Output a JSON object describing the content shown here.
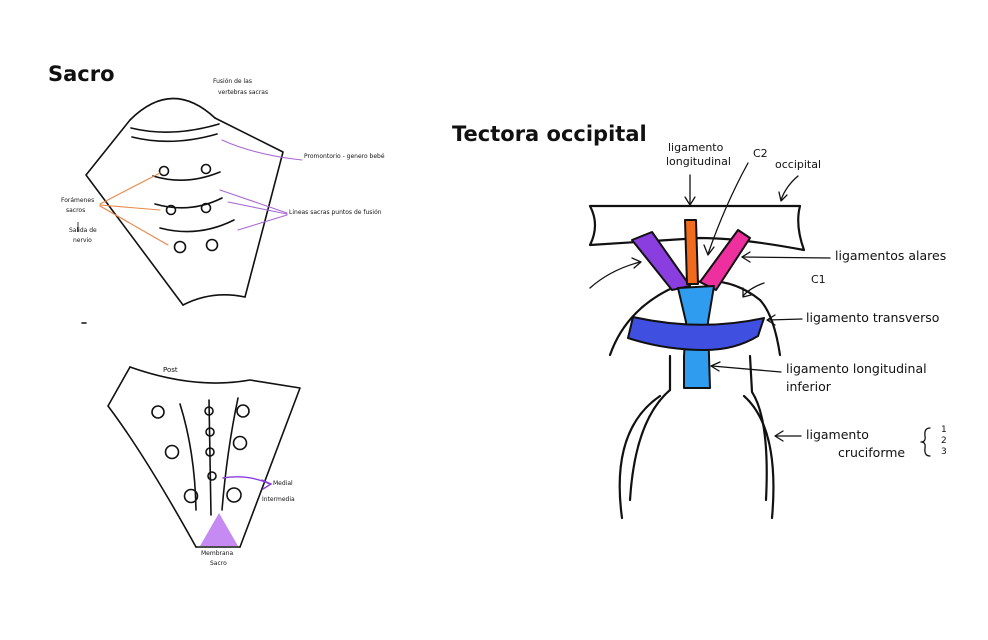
{
  "sacro": {
    "title": "Sacro",
    "labels": {
      "fusion_l1": "Fusión de las",
      "fusion_l2": "vertebras sacras",
      "promontorio": "Promontorio - genero bebé",
      "forameners_l1": "Forámenes",
      "forameners_l2": "sacros",
      "salida_l1": "Salida de",
      "salida_l2": "nervio",
      "lineas": "Lineas sacras puntos de fusión"
    }
  },
  "posterior": {
    "labels": {
      "post": "Post",
      "medial": "Medial",
      "intermedia": "Intermedia",
      "membrana_l1": "Membrana",
      "membrana_l2": "Sacro"
    }
  },
  "tectora": {
    "title": "Tectora occipital",
    "labels": {
      "ligamento_longitudinal_l1": "ligamento",
      "ligamento_longitudinal_l2": "longitudinal",
      "c2": "C2",
      "occipital": "occipital",
      "ligamentos_alares": "ligamentos alares",
      "c1": "C1",
      "ligamento_transverso": "ligamento transverso",
      "ligamento_longitudinal_inferior_l1": "ligamento longitudinal",
      "ligamento_longitudinal_inferior_l2": "inferior",
      "ligamento_cruciforme_l1": "ligamento",
      "ligamento_cruciforme_l2": "cruciforme",
      "bracket_n1": "1",
      "bracket_n2": "2",
      "bracket_n3": "3"
    }
  },
  "colors": {
    "purple_line": "#a86ad6",
    "orange_line": "#e8874a",
    "triangle": "#c58bf2",
    "alar_left": "#8a3ee0",
    "longitudinal": "#f26a1b",
    "alar_right": "#ee2f9e",
    "transverse": "#3f4fe0",
    "long_inferior": "#2f9cf0"
  }
}
